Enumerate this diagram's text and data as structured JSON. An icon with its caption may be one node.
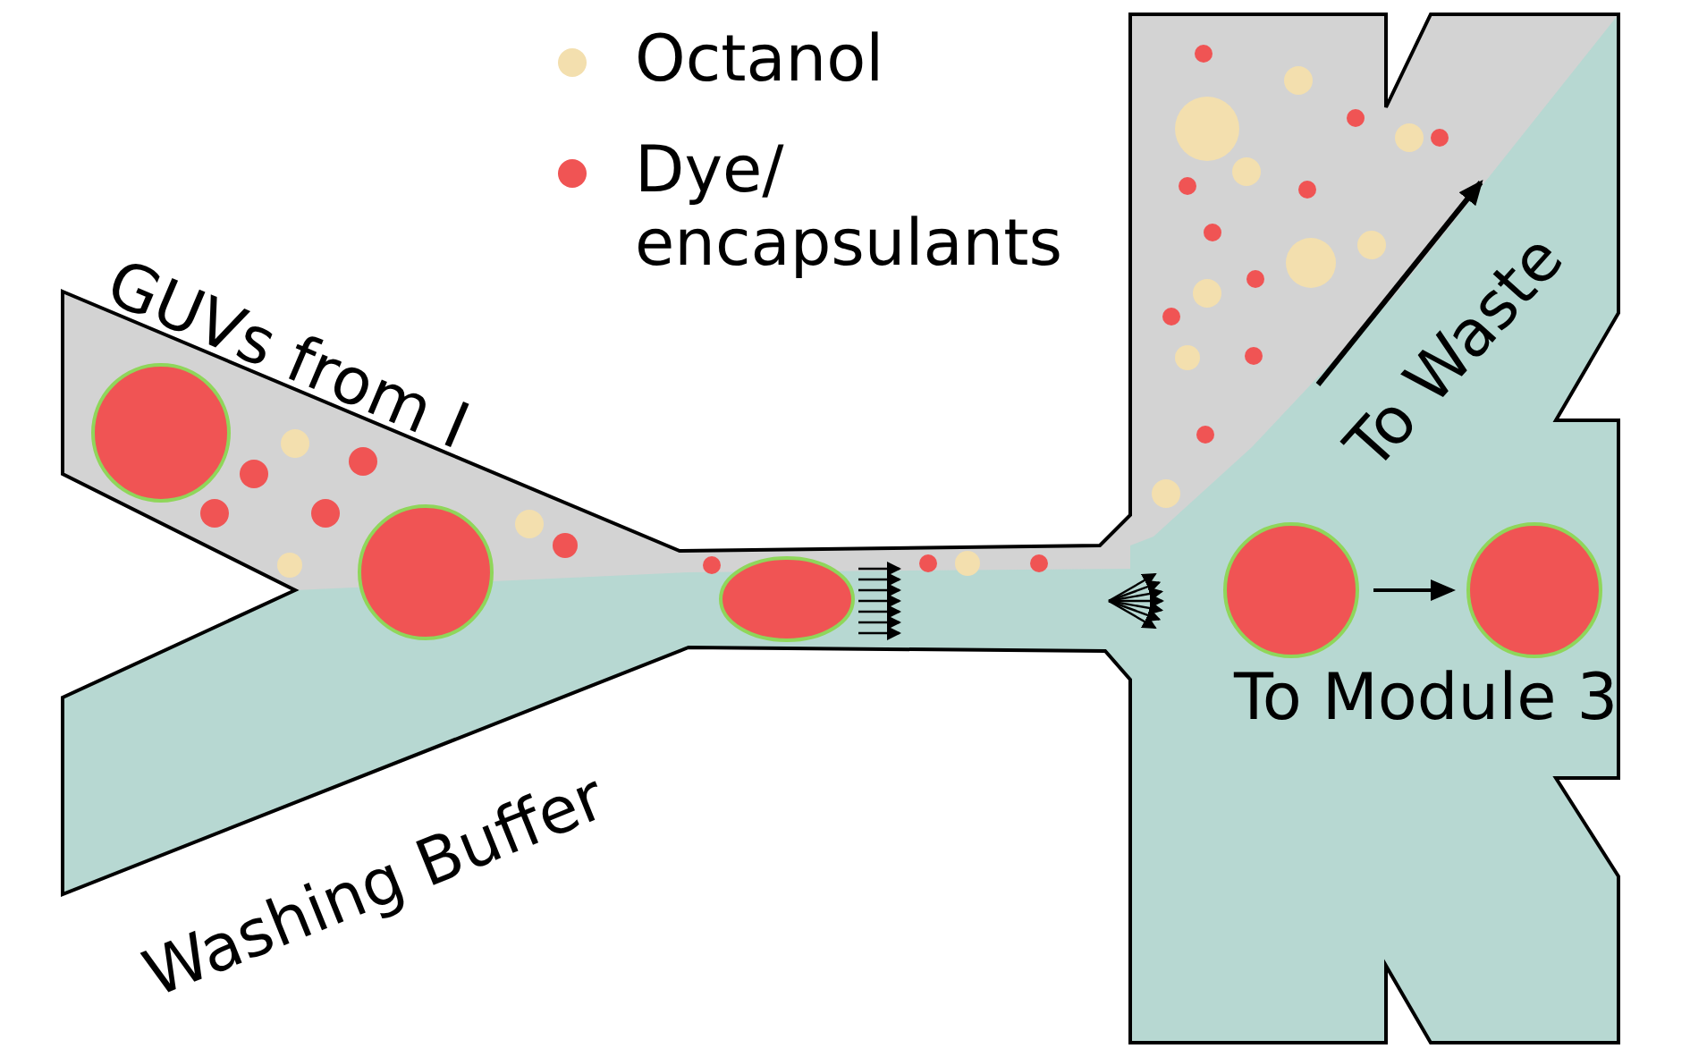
{
  "diagram": {
    "labels": [
      "GUVs from I",
      "To Waste",
      "Washing Buffer",
      "To Module 3"
    ],
    "legend": [
      {
        "text": "Octanol",
        "color": "#f3dfae"
      },
      {
        "text": "Dye/ encapsulants",
        "color": "#f05454"
      }
    ]
  }
}
